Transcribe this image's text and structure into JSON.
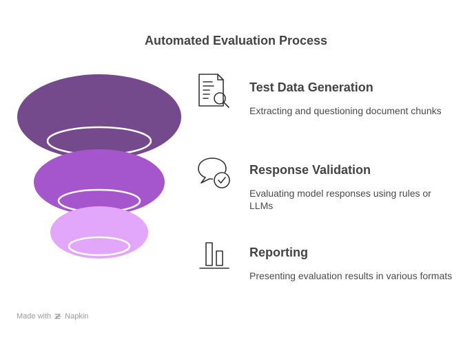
{
  "title": "Automated Evaluation Process",
  "steps": [
    {
      "title": "Test Data Generation",
      "description": "Extracting and questioning document chunks",
      "icon": "document-search-icon",
      "color": "#744a8c"
    },
    {
      "title": "Response Validation",
      "description": "Evaluating model responses using rules or LLMs",
      "icon": "chat-check-icon",
      "color": "#a556cc"
    },
    {
      "title": "Reporting",
      "description": "Presenting evaluation results in various formats",
      "icon": "bar-chart-icon",
      "color": "#e2a6fa"
    }
  ],
  "footer": {
    "made_with": "Made with",
    "brand": "Napkin"
  }
}
